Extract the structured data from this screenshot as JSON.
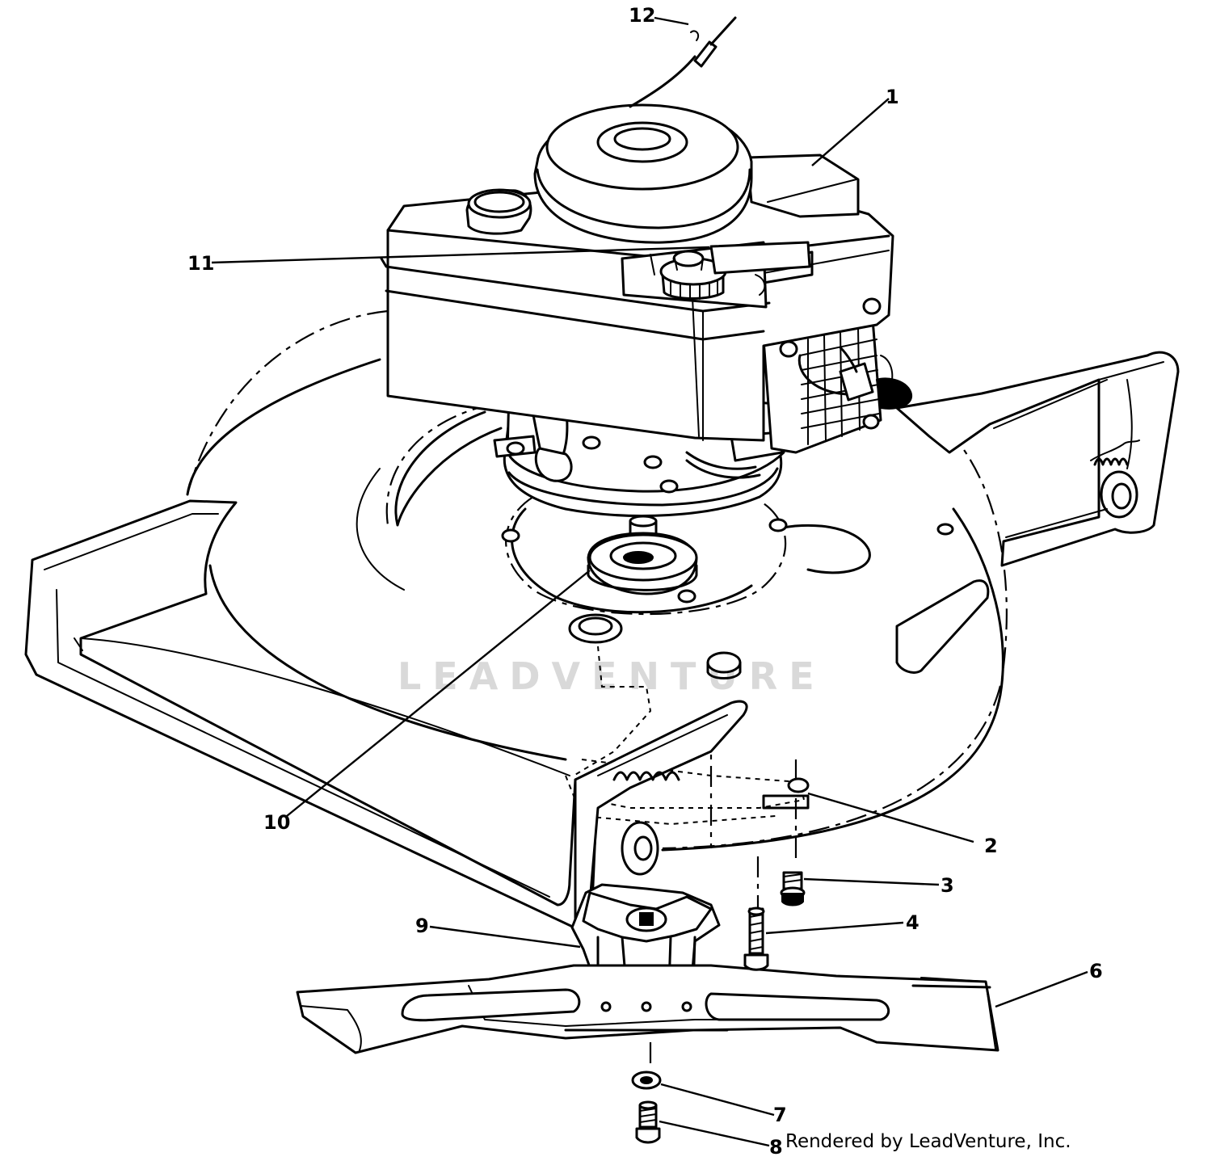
{
  "diagram": {
    "watermark": "LEADVENTURE",
    "credit": "Rendered by LeadVenture, Inc.",
    "callouts": {
      "c1": "1",
      "c2": "2",
      "c3": "3",
      "c4": "4",
      "c6": "6",
      "c7": "7",
      "c8": "8",
      "c9": "9",
      "c10": "10",
      "c11": "11",
      "c12": "12"
    }
  }
}
